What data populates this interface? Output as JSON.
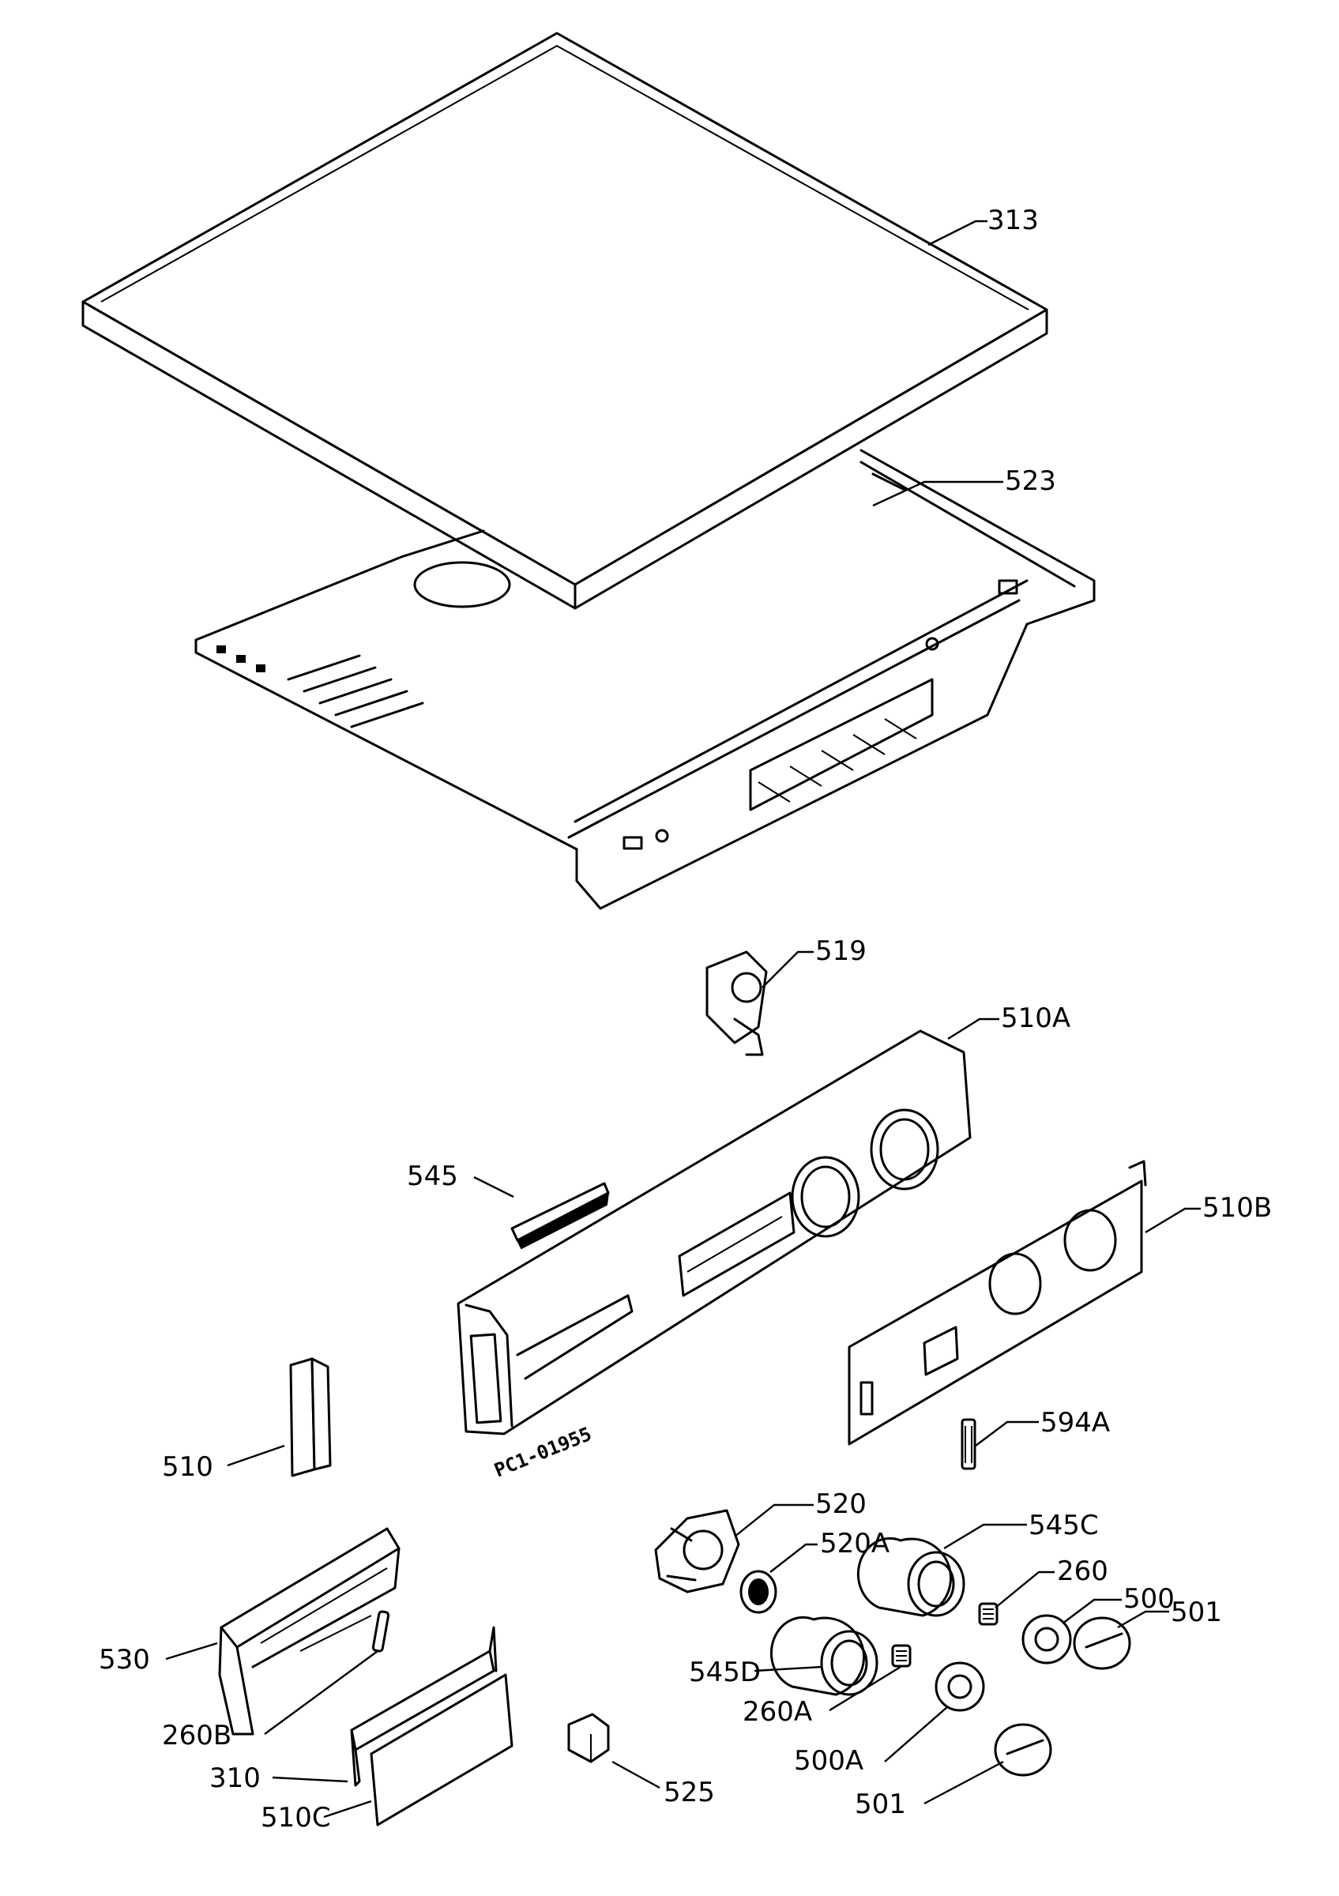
{
  "labels": {
    "p313": "313",
    "p523": "523",
    "p519": "519",
    "p510a": "510A",
    "p545": "545",
    "p510b": "510B",
    "p594a": "594A",
    "p510": "510",
    "p520": "520",
    "p520a": "520A",
    "p545c": "545C",
    "p260": "260",
    "p500": "500",
    "p501r": "501",
    "p530": "530",
    "p545d": "545D",
    "p260a": "260A",
    "p260b": "260B",
    "p500a": "500A",
    "p310": "310",
    "p501b": "501",
    "p525": "525",
    "p510c": "510C"
  },
  "panel_stamp": "PC1-01955"
}
